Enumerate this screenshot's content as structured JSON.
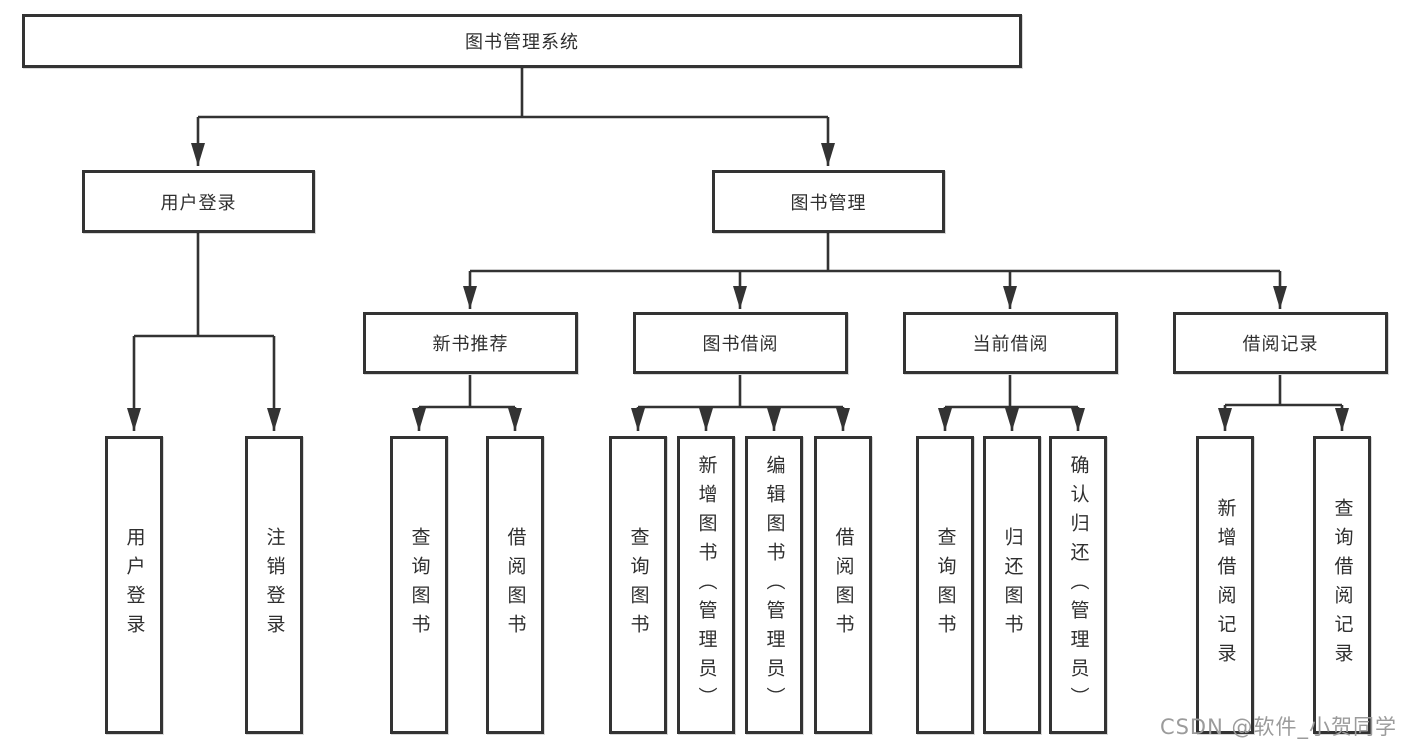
{
  "diagram": {
    "type": "hierarchy",
    "line_color": "#333333",
    "box_border_color": "#333333",
    "text_color": "#2f2f2f",
    "background": "#ffffff",
    "tree": {
      "label": "图书管理系统",
      "children": [
        {
          "label": "用户登录",
          "children": [
            {
              "label": "用户登录"
            },
            {
              "label": "注销登录"
            }
          ]
        },
        {
          "label": "图书管理",
          "children": [
            {
              "label": "新书推荐",
              "children": [
                {
                  "label": "查询图书"
                },
                {
                  "label": "借阅图书"
                }
              ]
            },
            {
              "label": "图书借阅",
              "children": [
                {
                  "label": "查询图书"
                },
                {
                  "label": "新增图书（管理员）"
                },
                {
                  "label": "编辑图书（管理员）"
                },
                {
                  "label": "借阅图书"
                }
              ]
            },
            {
              "label": "当前借阅",
              "children": [
                {
                  "label": "查询图书"
                },
                {
                  "label": "归还图书"
                },
                {
                  "label": "确认归还（管理员）"
                }
              ]
            },
            {
              "label": "借阅记录",
              "children": [
                {
                  "label": "新增借阅记录"
                },
                {
                  "label": "查询借阅记录"
                }
              ]
            }
          ]
        }
      ]
    }
  },
  "watermark": {
    "text": "CSDN @软件_小贺同学",
    "color": "#9b9b9b"
  }
}
